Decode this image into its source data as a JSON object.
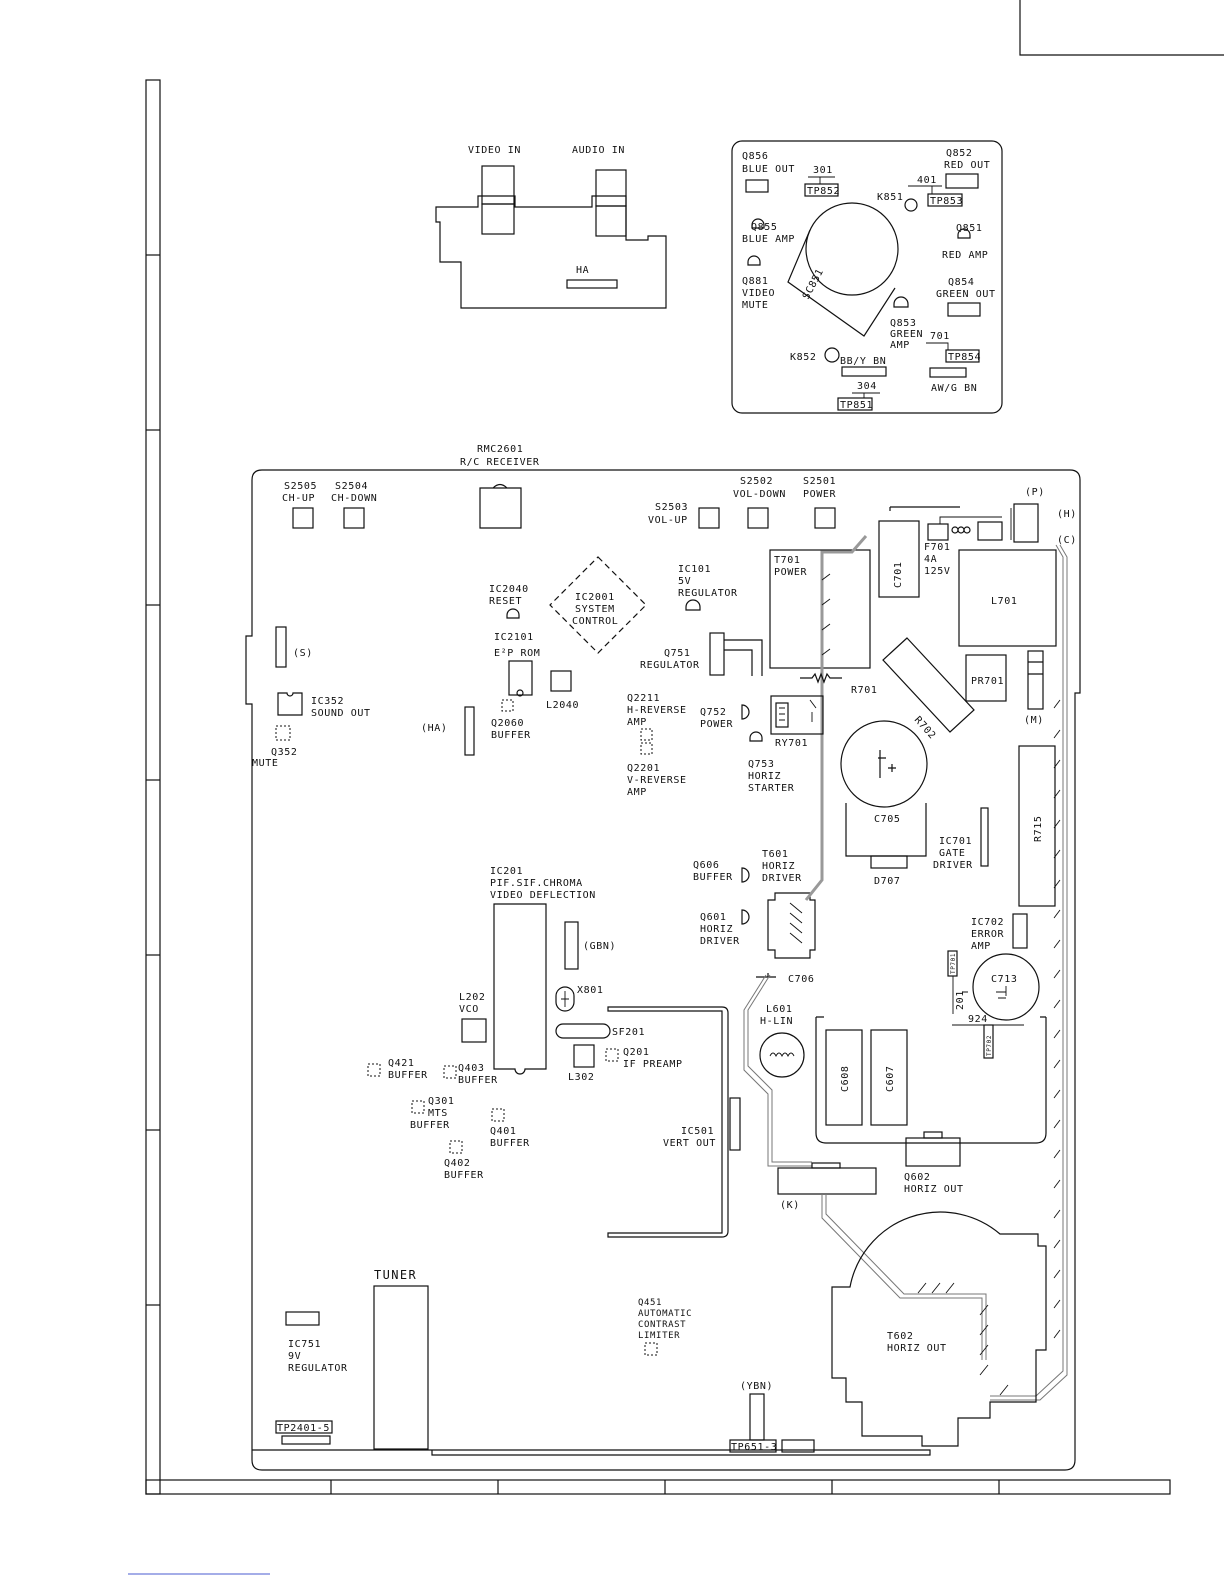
{
  "labels": {
    "video_in": "VIDEO IN",
    "audio_in": "AUDIO IN",
    "ha": "HA",
    "q856": "Q856",
    "blue_out": "BLUE OUT",
    "p301": "301",
    "tp852": "TP852",
    "q852": "Q852",
    "red_out": "RED OUT",
    "p401": "401",
    "k851": "K851",
    "tp853": "TP853",
    "q855": "Q855",
    "blue_amp": "BLUE AMP",
    "q851": "Q851",
    "red_amp": "RED AMP",
    "q881": "Q881",
    "video": "VIDEO",
    "mute": "MUTE",
    "sc851": "SC851",
    "q854": "Q854",
    "green_out": "GREEN OUT",
    "q853": "Q853",
    "green": "GREEN",
    "amp": "AMP",
    "p701": "701",
    "tp854": "TP854",
    "k852": "K852",
    "bby_bn": "BB/Y BN",
    "p304": "304",
    "tp851": "TP851",
    "awg_bn": "AW/G BN",
    "rmc2601": "RMC2601",
    "rc_receiver": "R/C RECEIVER",
    "s2505": "S2505",
    "ch_up": "CH-UP",
    "s2504": "S2504",
    "ch_down": "CH-DOWN",
    "s2503": "S2503",
    "vol_up": "VOL-UP",
    "s2502": "S2502",
    "vol_down": "VOL-DOWN",
    "s2501": "S2501",
    "power": "POWER",
    "p_conn": "(P)",
    "h_conn": "(H)",
    "c_conn": "(C)",
    "ic2040": "IC2040",
    "reset": "RESET",
    "ic2001": "IC2001",
    "system": "SYSTEM",
    "control": "CONTROL",
    "ic101": "IC101",
    "v5": "5V",
    "regulator": "REGULATOR",
    "t701": "T701",
    "c701": "C701",
    "f701": "F701",
    "a4": "4A",
    "v125": "125V",
    "l701": "L701",
    "s_conn": "(S)",
    "ic2101": "IC2101",
    "e2p_rom": "E²P ROM",
    "q751": "Q751",
    "ic352": "IC352",
    "sound_out": "SOUND OUT",
    "l2040": "L2040",
    "q2211": "Q2211",
    "h_reverse": "H-REVERSE",
    "r701": "R701",
    "r702": "R702",
    "pr701": "PR701",
    "ha_conn": "(HA)",
    "q2060": "Q2060",
    "buffer": "BUFFER",
    "q752": "Q752",
    "ry701": "RY701",
    "m_conn": "(M)",
    "q352": "Q352",
    "q2201": "Q2201",
    "v_reverse": "V-REVERSE",
    "q753": "Q753",
    "horiz": "HORIZ",
    "starter": "STARTER",
    "c705": "C705",
    "r715": "R715",
    "ic701": "IC701",
    "gate": "GATE",
    "driver": "DRIVER",
    "t601": "T601",
    "q606": "Q606",
    "d707": "D707",
    "ic201": "IC201",
    "pif_sif_chroma": "PIF.SIF.CHROMA",
    "video_deflection": "VIDEO DEFLECTION",
    "q601": "Q601",
    "ic702": "IC702",
    "error": "ERROR",
    "gbn_conn": "(GBN)",
    "tp701": "TP701",
    "c706": "C706",
    "c713": "C713",
    "p201": "201",
    "x801": "X801",
    "l202": "L202",
    "vco": "VCO",
    "l601": "L601",
    "h_lin": "H-LIN",
    "p924": "924",
    "sf201": "SF201",
    "tp702": "TP702",
    "c608": "C608",
    "c607": "C607",
    "q421": "Q421",
    "q403": "Q403",
    "l302": "L302",
    "q201": "Q201",
    "if_preamp": "IF PREAMP",
    "q301": "Q301",
    "mts": "MTS",
    "q401": "Q401",
    "ic501": "IC501",
    "vert_out": "VERT OUT",
    "q402": "Q402",
    "q602": "Q602",
    "horiz_out": "HORIZ OUT",
    "k_conn": "(K)",
    "tuner": "TUNER",
    "q451": "Q451",
    "automatic": "AUTOMATIC",
    "contrast": "CONTRAST",
    "limiter": "LIMITER",
    "t602": "T602",
    "ic751": "IC751",
    "v9": "9V",
    "ybn_conn": "(YBN)",
    "tp2401_5": "TP2401-5",
    "tp651_3": "TP651-3"
  }
}
